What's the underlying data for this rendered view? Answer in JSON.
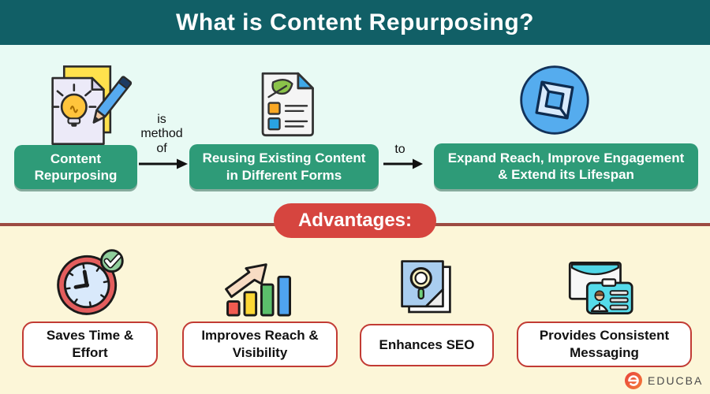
{
  "header": {
    "title": "What is Content Repurposing?"
  },
  "flow": {
    "items": [
      {
        "icon": "idea-document-pencil-icon",
        "label": "Content Repurposing"
      },
      {
        "icon": "document-leaf-icon",
        "label": "Reusing Existing Content in Different Forms"
      },
      {
        "icon": "repurpose-circle-icon",
        "label": "Expand Reach, Improve Engagement & Extend its Lifespan"
      }
    ],
    "connectors": [
      {
        "label": "is method of"
      },
      {
        "label": "to"
      }
    ]
  },
  "advantages": {
    "heading": "Advantages:",
    "items": [
      {
        "icon": "clock-check-icon",
        "label": "Saves Time & Effort"
      },
      {
        "icon": "growth-chart-icon",
        "label": "Improves Reach & Visibility"
      },
      {
        "icon": "seo-search-document-icon",
        "label": "Enhances SEO"
      },
      {
        "icon": "envelope-id-card-icon",
        "label": "Provides Consistent Messaging"
      }
    ]
  },
  "footer": {
    "brand": "EDUCBA"
  },
  "colors": {
    "header_bg": "#115F66",
    "flow_bg": "#E8FAF4",
    "box_green": "#2E9B78",
    "advantages_red": "#D6453F",
    "divider": "#9C4B42",
    "advantages_bg": "#FCF6D8",
    "label_border": "#C23B34"
  }
}
